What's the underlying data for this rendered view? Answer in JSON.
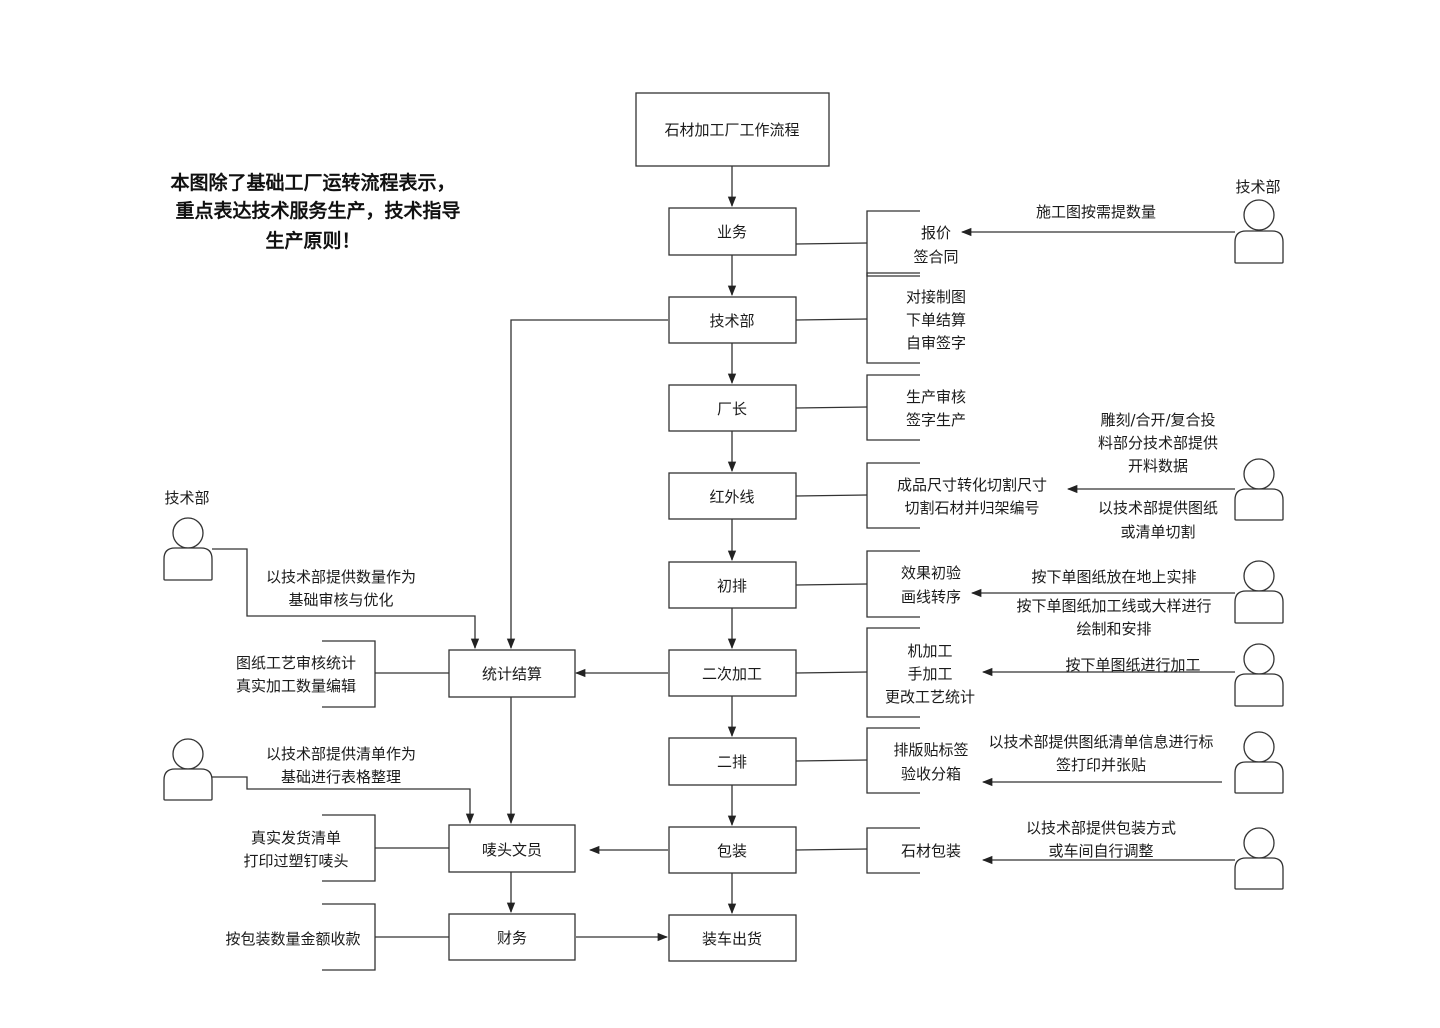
{
  "note": [
    "本图除了基础工厂运转流程表示，",
    "重点表达技术服务生产，技术指导",
    "生产原则！"
  ],
  "main_flow": {
    "title": "石材加工厂工作流程",
    "business": "业务",
    "tech": "技术部",
    "director": "厂长",
    "infrared": "红外线",
    "initial_layout": "初排",
    "secondary": "二次加工",
    "second_layout": "二排",
    "packing": "包装",
    "loading": "装车出货"
  },
  "side_flow": {
    "statistics": "统计结算",
    "shipping_clerk": "唛头文员",
    "finance": "财务"
  },
  "right_notes": {
    "business": [
      "报价",
      "签合同"
    ],
    "tech": [
      "对接制图",
      "下单结算",
      "自审签字"
    ],
    "director": [
      "生产审核",
      "签字生产"
    ],
    "infrared": [
      "成品尺寸转化切割尺寸",
      "切割石材并归架编号"
    ],
    "initial_layout": [
      "效果初验",
      "画线转序"
    ],
    "secondary": [
      "机加工",
      "手加工",
      "更改工艺统计"
    ],
    "second_layout": [
      "排版贴标签",
      "验收分箱"
    ],
    "packing": [
      "石材包装"
    ]
  },
  "left_notes": {
    "statistics": [
      "图纸工艺审核统计",
      "真实加工数量编辑"
    ],
    "shipping_clerk": [
      "真实发货清单",
      "打印过塑钉唛头"
    ],
    "finance": [
      "按包装数量金额收款"
    ]
  },
  "actors": {
    "tech_label": "技术部",
    "right": {
      "quote": [
        "施工图按需提数量"
      ],
      "infrared_top": [
        "雕刻/合开/复合投",
        "料部分技术部提供",
        "开料数据"
      ],
      "infrared_bottom": [
        "以技术部提供图纸",
        "或清单切割"
      ],
      "initial_top": [
        "按下单图纸放在地上实排"
      ],
      "initial_bottom": [
        "按下单图纸加工线或大样进行",
        "绘制和安排"
      ],
      "secondary": [
        "按下单图纸进行加工"
      ],
      "second_layout": [
        "以技术部提供图纸清单信息进行标",
        "签打印并张贴"
      ],
      "packing": [
        "以技术部提供包装方式",
        "或车间自行调整"
      ]
    },
    "left": {
      "statistics": [
        "以技术部提供数量作为",
        "基础审核与优化"
      ],
      "shipping_clerk": [
        "以技术部提供清单作为",
        "基础进行表格整理"
      ]
    }
  }
}
